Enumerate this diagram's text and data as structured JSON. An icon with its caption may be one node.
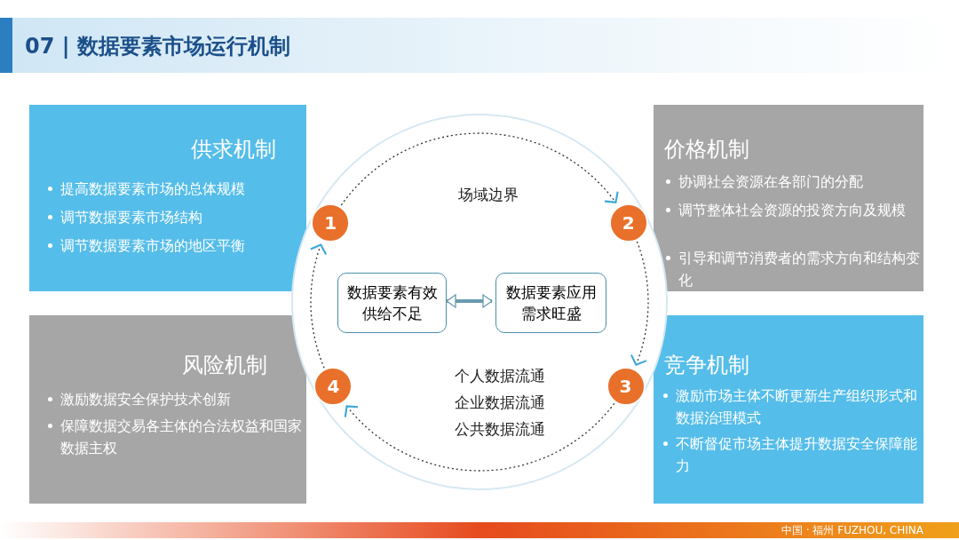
{
  "diagram": {
    "title": "07 | 数据要素市场运行机制",
    "nodes": [
      {
        "text": [
          "供求机制",
          "提高数据要素市场的总体规模",
          "调节数据要素市场结构",
          "调节数据要素市场的地区平衡"
        ]
      },
      {
        "text": [
          "价格机制",
          "协调社会资源在各部门的分配",
          "调节整体社会资源的投资方向及规模",
          "引导和调节消费者的需求方向和结构变化"
        ]
      },
      {
        "text": [
          "竞争机制",
          "激励市场主体不断更新生产组织形式和数据治理模式",
          "不断督促市场主体提升数据安全保障能力"
        ]
      },
      {
        "text": [
          "风险机制",
          "激励数据安全保护技术创新",
          "保障数据交易各主体的合法权益和国家数据主权"
        ]
      },
      {
        "text": [
          "场域边界",
          "个人数据流通",
          "企业数据流通",
          "公共数据流通"
        ]
      },
      {
        "text": [
          "数据要素有效供给不足"
        ],
        "in": 4
      },
      {
        "text": [
          "数据要素应用需求旺盛"
        ],
        "in": 4
      },
      {
        "text": [
          "1"
        ],
        "in": 4
      },
      {
        "text": [
          "2"
        ],
        "in": 4
      },
      {
        "text": [
          "3"
        ],
        "in": 4
      },
      {
        "text": [
          "4"
        ],
        "in": 4
      }
    ],
    "edges": [
      {
        "from": 5,
        "to": 6,
        "arrow": "both",
        "style": "thick",
        "color": "#6a9bb0"
      },
      {
        "from": 7,
        "to": 8,
        "arrow": "to",
        "style": "dashed"
      },
      {
        "from": 8,
        "to": 9,
        "arrow": "to",
        "style": "dashed"
      },
      {
        "from": 9,
        "to": 10,
        "arrow": "to",
        "style": "dashed"
      },
      {
        "from": 10,
        "to": 7,
        "arrow": "to",
        "style": "dashed"
      }
    ],
    "labels": [
      "中国 · 福州 FUZHOU, CHINA"
    ]
  }
}
